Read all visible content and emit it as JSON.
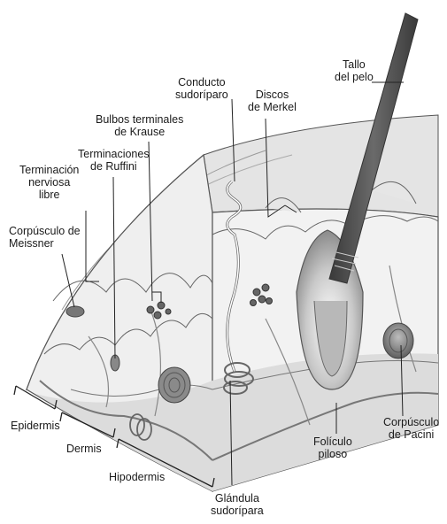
{
  "labels": {
    "tallo": "Tallo\ndel pelo",
    "conducto": "Conducto\nsudoríparo",
    "merkel": "Discos\nde Merkel",
    "krause": "Bulbos terminales\nde Krause",
    "ruffini": "Terminaciones\nde Ruffini",
    "libre": "Terminación\nnerviosa\nlibre",
    "meissner": "Corpúsculo de\nMeissner",
    "epidermis": "Epidermis",
    "dermis": "Dermis",
    "hipodermis": "Hipodermis",
    "glandula": "Glándula\nsudorípara",
    "foliculo": "Folículo\npiloso",
    "pacini": "Corpúsculo\nde Pacini"
  }
}
